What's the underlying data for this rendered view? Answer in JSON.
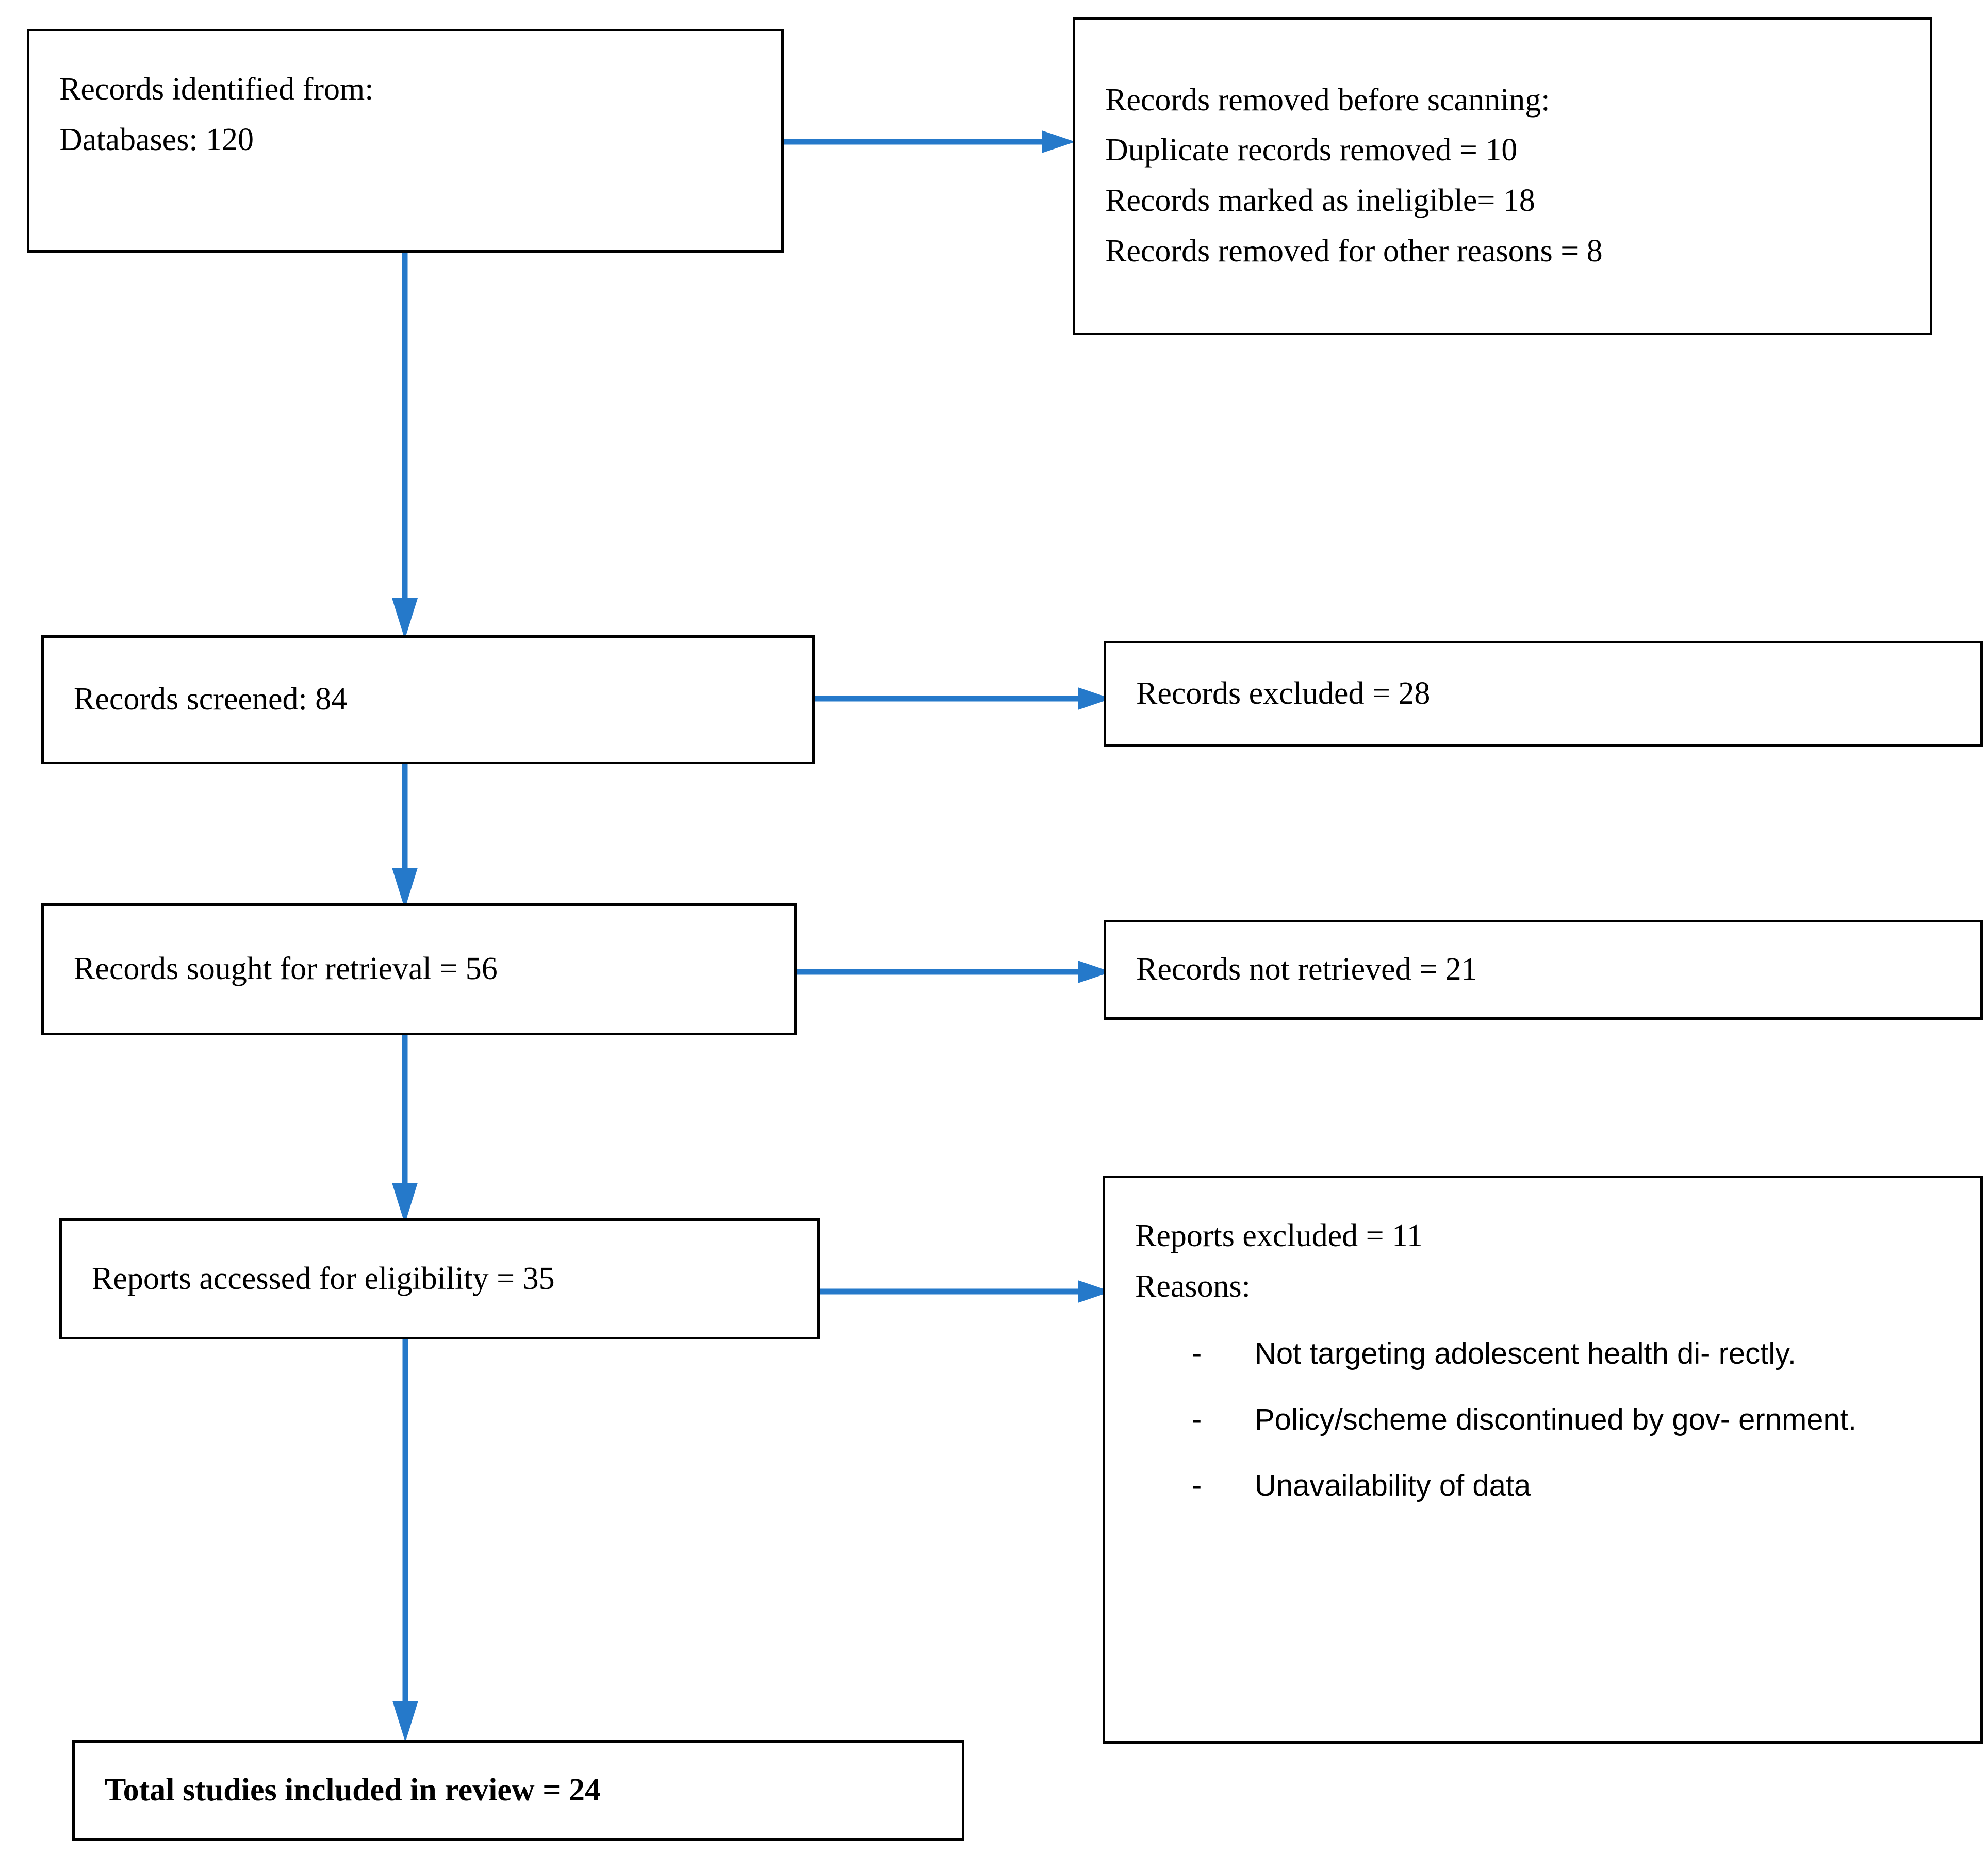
{
  "diagram": {
    "type": "prisma-flow-diagram",
    "accent_color": "#2579CA",
    "border_color": "#000000",
    "background_color": "#FFFFFF"
  },
  "nodes": {
    "identified": {
      "name": "records-identified",
      "lines": [
        "Records identified from:",
        "Databases: 120"
      ]
    },
    "removed_before_screening": {
      "name": "records-removed-before-screening",
      "lines": [
        "Records removed before scanning:",
        "Duplicate records removed = 10",
        "Records marked as ineligible= 18",
        "Records removed for other reasons = 8"
      ]
    },
    "screened": {
      "name": "records-screened",
      "lines": [
        "Records screened: 84"
      ]
    },
    "excluded": {
      "name": "records-excluded",
      "lines": [
        "Records excluded = 28"
      ]
    },
    "sought": {
      "name": "records-sought-for-retrieval",
      "lines": [
        "Records sought for retrieval = 56"
      ]
    },
    "not_retrieved": {
      "name": "records-not-retrieved",
      "lines": [
        "Records not retrieved = 21"
      ]
    },
    "assessed": {
      "name": "reports-accessed-for-eligibility",
      "lines": [
        "Reports accessed for eligibility = 35"
      ]
    },
    "reports_excluded": {
      "name": "reports-excluded",
      "lines": [
        "Reports excluded = 11",
        "Reasons:"
      ],
      "bullet_marker": "-",
      "bullets": [
        "Not targeting adolescent health di-\nrectly.",
        "Policy/scheme discontinued by gov-\nernment.",
        "Unavailability of data"
      ]
    },
    "included": {
      "name": "total-studies-included",
      "lines": [
        "Total studies included in review = 24"
      ]
    }
  },
  "connectors": [
    {
      "name": "identified-to-removed",
      "direction": "right"
    },
    {
      "name": "identified-to-screened",
      "direction": "down"
    },
    {
      "name": "screened-to-excluded",
      "direction": "right"
    },
    {
      "name": "screened-to-sought",
      "direction": "down"
    },
    {
      "name": "sought-to-not-retrieved",
      "direction": "right"
    },
    {
      "name": "sought-to-assessed",
      "direction": "down"
    },
    {
      "name": "assessed-to-reports-excluded",
      "direction": "right"
    },
    {
      "name": "assessed-to-included",
      "direction": "down"
    }
  ],
  "chart_data": {
    "type": "table",
    "title": "PRISMA flow of study selection",
    "stages": [
      {
        "stage": "Records identified from databases",
        "count": 120
      },
      {
        "stage": "Duplicate records removed",
        "count": 10
      },
      {
        "stage": "Records marked as ineligible",
        "count": 18
      },
      {
        "stage": "Records removed for other reasons",
        "count": 8
      },
      {
        "stage": "Records screened",
        "count": 84
      },
      {
        "stage": "Records excluded",
        "count": 28
      },
      {
        "stage": "Records sought for retrieval",
        "count": 56
      },
      {
        "stage": "Records not retrieved",
        "count": 21
      },
      {
        "stage": "Reports accessed for eligibility",
        "count": 35
      },
      {
        "stage": "Reports excluded",
        "count": 11
      },
      {
        "stage": "Total studies included in review",
        "count": 24
      }
    ],
    "exclusion_reasons": [
      "Not targeting adolescent health directly.",
      "Policy/scheme discontinued by government.",
      "Unavailability of data"
    ]
  }
}
